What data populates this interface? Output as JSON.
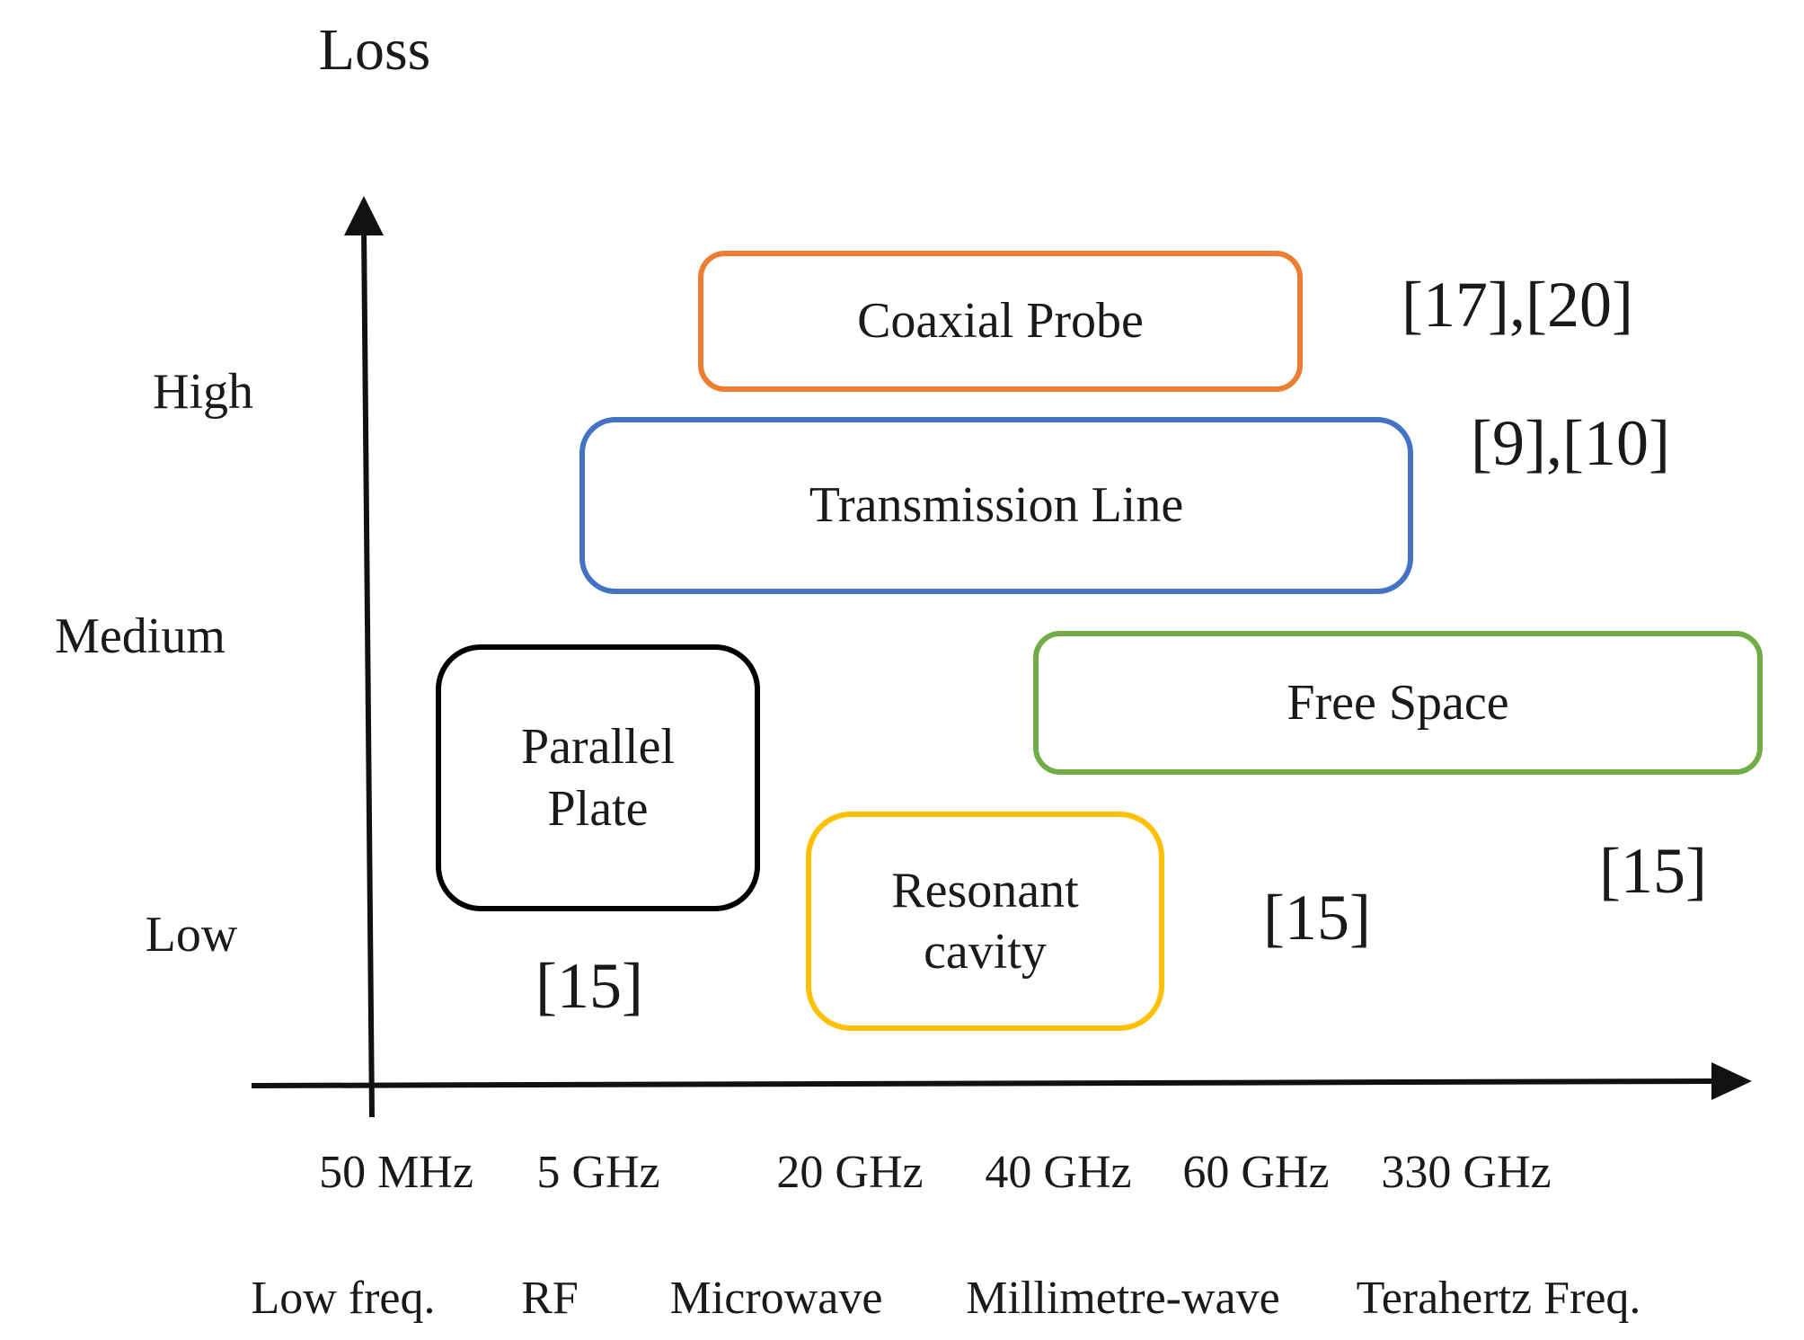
{
  "axes": {
    "y_title": "Loss",
    "y_levels": [
      "High",
      "Medium",
      "Low"
    ],
    "x_ticks": [
      "50 MHz",
      "5 GHz",
      "20 GHz",
      "40 GHz",
      "60 GHz",
      "330 GHz"
    ],
    "x_bands": [
      "Low freq.",
      "RF",
      "Microwave",
      "Millimetre-wave",
      "Terahertz Freq."
    ]
  },
  "methods": [
    {
      "name": "Coaxial Probe",
      "ref": "[17],[20]",
      "color": "#ED7D31"
    },
    {
      "name": "Transmission Line",
      "ref": "[9],[10]",
      "color": "#4472C4"
    },
    {
      "name": "Free Space",
      "ref": "[15]",
      "color": "#70AD47"
    },
    {
      "name": "Parallel Plate",
      "ref": "[15]",
      "color": "#000000"
    },
    {
      "name": "Resonant cavity",
      "ref": "[15]",
      "color": "#FFC000"
    }
  ],
  "colors": {
    "axis": "#111111",
    "text": "#1a1a1a"
  }
}
